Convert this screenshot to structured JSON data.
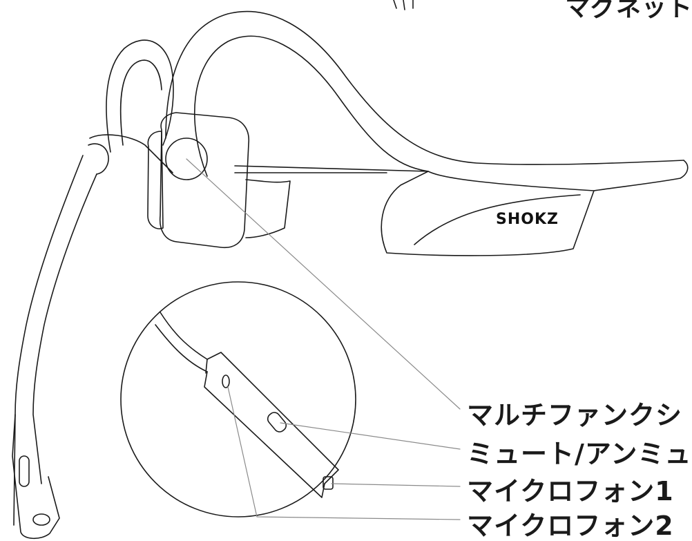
{
  "labels": {
    "magnetic_charging_port": "マグネット",
    "multifunction_button": "マルチファンクシ",
    "mute_unmute": "ミュート/アンミュ",
    "microphone_1": "マイクロフォン1",
    "microphone_2": "マイクロフォン2"
  },
  "brand_logo": "SHOKZ",
  "colors": {
    "outline": "#1a1a1a",
    "leader_line": "#8a8a8a",
    "background": "#ffffff"
  }
}
